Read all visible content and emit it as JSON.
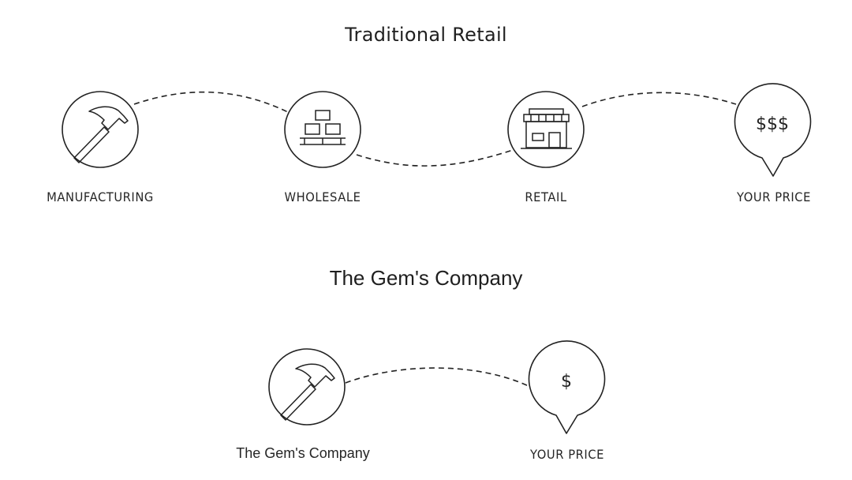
{
  "sections": {
    "traditional": {
      "title": "Traditional Retail",
      "steps": [
        {
          "label": "MANUFACTURING",
          "icon": "hammer-icon"
        },
        {
          "label": "WHOLESALE",
          "icon": "boxes-icon"
        },
        {
          "label": "RETAIL",
          "icon": "storefront-icon"
        },
        {
          "label": "YOUR PRICE",
          "icon": "price-pin-icon",
          "price_text": "$$$"
        }
      ]
    },
    "company": {
      "title": "The Gem's Company",
      "steps": [
        {
          "label": "The Gem's Company",
          "icon": "hammer-icon"
        },
        {
          "label": "YOUR PRICE",
          "icon": "price-pin-icon",
          "price_text": "$"
        }
      ]
    }
  },
  "colors": {
    "stroke": "#222222",
    "background": "#ffffff"
  }
}
